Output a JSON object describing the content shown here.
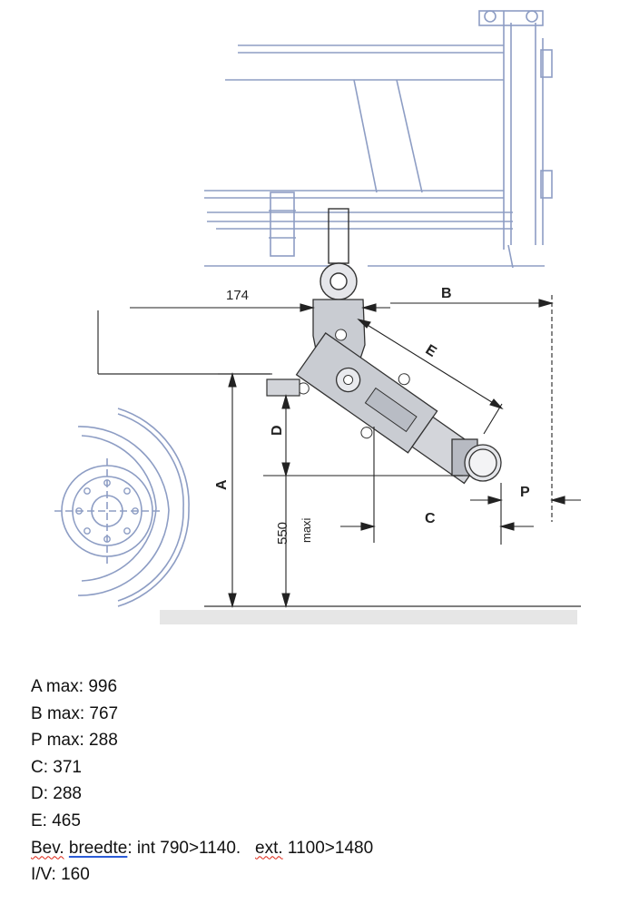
{
  "drawing": {
    "labels": {
      "d174": "174",
      "B": "B",
      "E": "E",
      "D": "D",
      "A": "A",
      "C": "C",
      "P": "P",
      "d550": "550",
      "maxi": "maxi"
    }
  },
  "specs": {
    "a_max": "A max: 996",
    "b_max": "B max: 767",
    "p_max": "P max: 288",
    "c": "C: 371",
    "d": "D: 288",
    "e": "E: 465",
    "bev_word1": "Bev.",
    "bev_word2": "breedte",
    "bev_mid": ": int 790>1140.   ",
    "bev_word3": "ext.",
    "bev_end": " 1100>1480",
    "iv": "I/V: 160"
  },
  "colors": {
    "frame_blue": "#8d9dc4",
    "line_dark": "#333333",
    "body_grey": "#c9ccd2",
    "ground_grey": "#e6e6e6"
  }
}
